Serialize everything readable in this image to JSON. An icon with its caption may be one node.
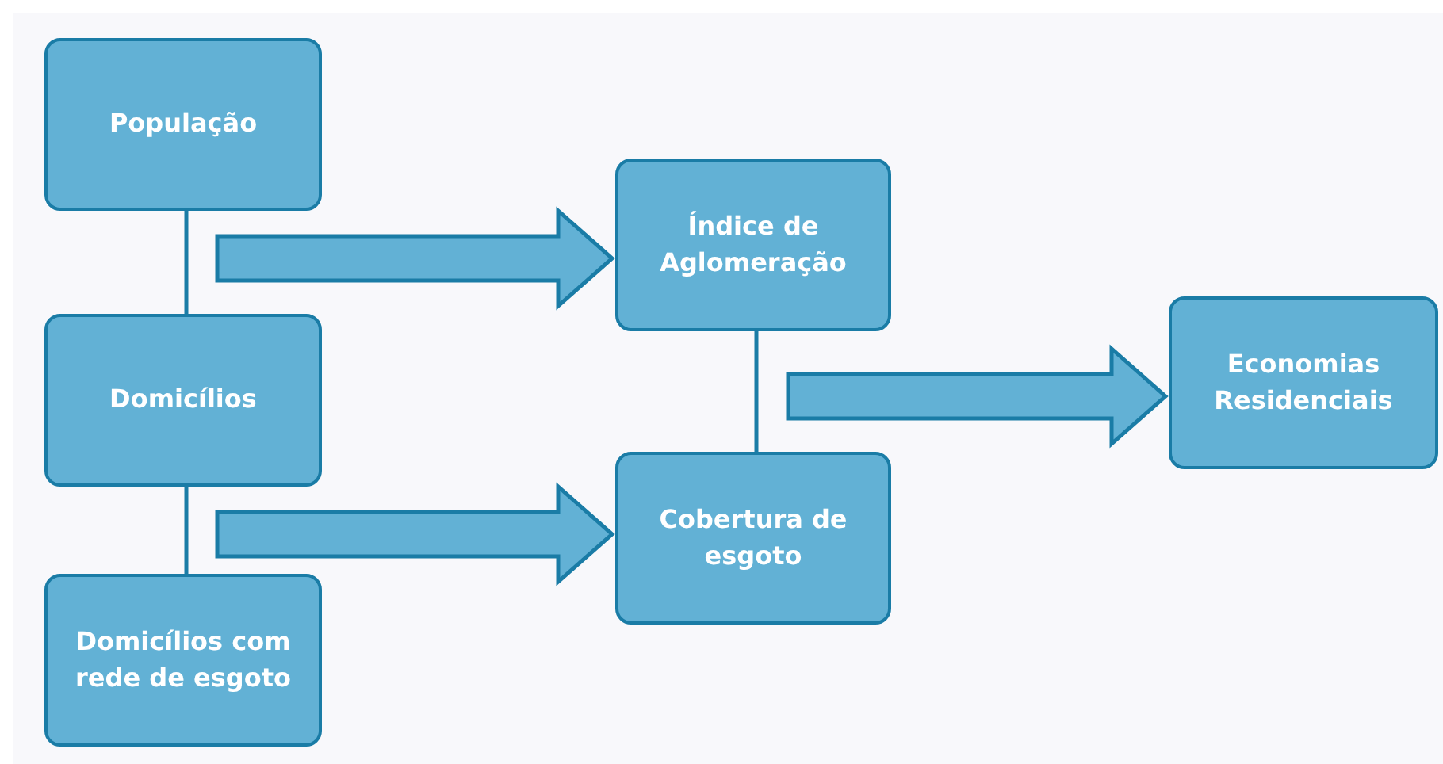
{
  "diagram": {
    "nodes": [
      {
        "text": [
          "População"
        ]
      },
      {
        "text": [
          "Domicílios"
        ]
      },
      {
        "text": [
          "Domicílios com rede de esgoto"
        ]
      },
      {
        "text": [
          "Índice de Aglomeração"
        ]
      },
      {
        "text": [
          "Cobertura de esgoto"
        ]
      },
      {
        "text": [
          "Economias Residenciais"
        ]
      }
    ],
    "edges": [
      {
        "from": 0,
        "to": 1,
        "arrow": "none"
      },
      {
        "from": 1,
        "to": 2,
        "arrow": "none"
      },
      {
        "from": 3,
        "to": 4,
        "arrow": "none"
      },
      {
        "from": null,
        "to": 3,
        "arrow": "to",
        "style": "thick"
      },
      {
        "from": null,
        "to": 4,
        "arrow": "to",
        "style": "thick"
      },
      {
        "from": null,
        "to": 5,
        "arrow": "to",
        "style": "thick"
      }
    ]
  }
}
